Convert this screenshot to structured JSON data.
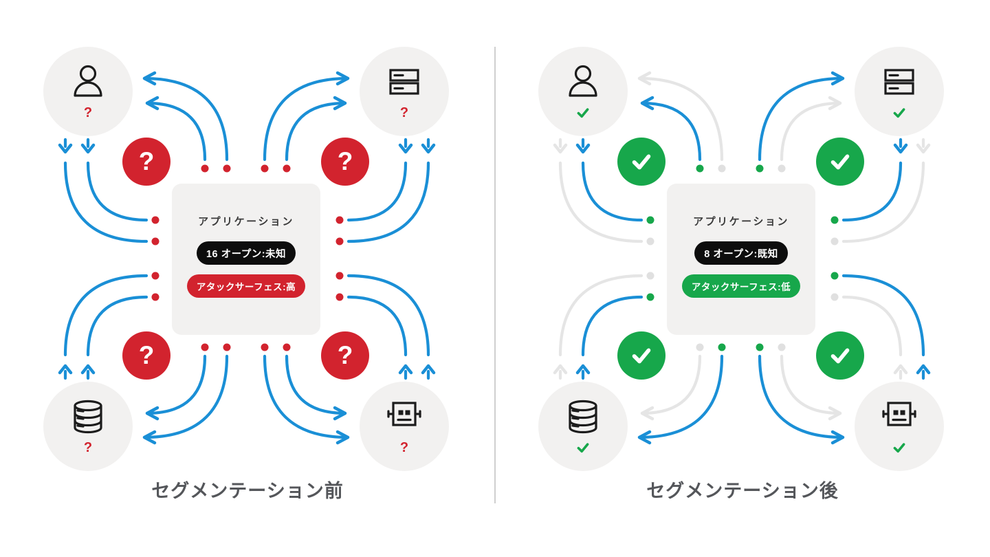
{
  "colors": {
    "active_arrow": "#1a8fd6",
    "inactive_arrow": "#e5e5e5",
    "inactive_dot": "#e0e0e0",
    "node_background": "#f2f1f0",
    "caption_text": "#54565a",
    "icon_stroke": "#1c1c1c",
    "divider": "#cfcfcf"
  },
  "icons": {
    "top_left": "user-icon",
    "top_right": "server-icon",
    "bottom_left": "database-icon",
    "bottom_right": "robot-icon"
  },
  "panels": [
    {
      "name": "before-segmentation",
      "caption": "セグメンテーション前",
      "accent": "#d2232e",
      "status_symbol": "question",
      "status_symbol_text": "?",
      "center": {
        "title": "アプリケーション",
        "open_label": "16 オープン:未知",
        "open_bg": "#0d0d0d",
        "surface_label": "アタックサーフェス:高",
        "surface_bg": "#d2232e"
      },
      "active_connections": "all"
    },
    {
      "name": "after-segmentation",
      "caption": "セグメンテーション後",
      "accent": "#17a74b",
      "status_symbol": "check",
      "status_symbol_text": "✓",
      "center": {
        "title": "アプリケーション",
        "open_label": "8 オープン:既知",
        "open_bg": "#0d0d0d",
        "surface_label": "アタックサーフェス:低",
        "surface_bg": "#17a74b"
      },
      "active_connections": [
        "tl-inner",
        "tr-outer",
        "bl-outer",
        "br-outer",
        "lt-inner",
        "lb-inner",
        "rt-inner",
        "rb-outer"
      ]
    }
  ]
}
